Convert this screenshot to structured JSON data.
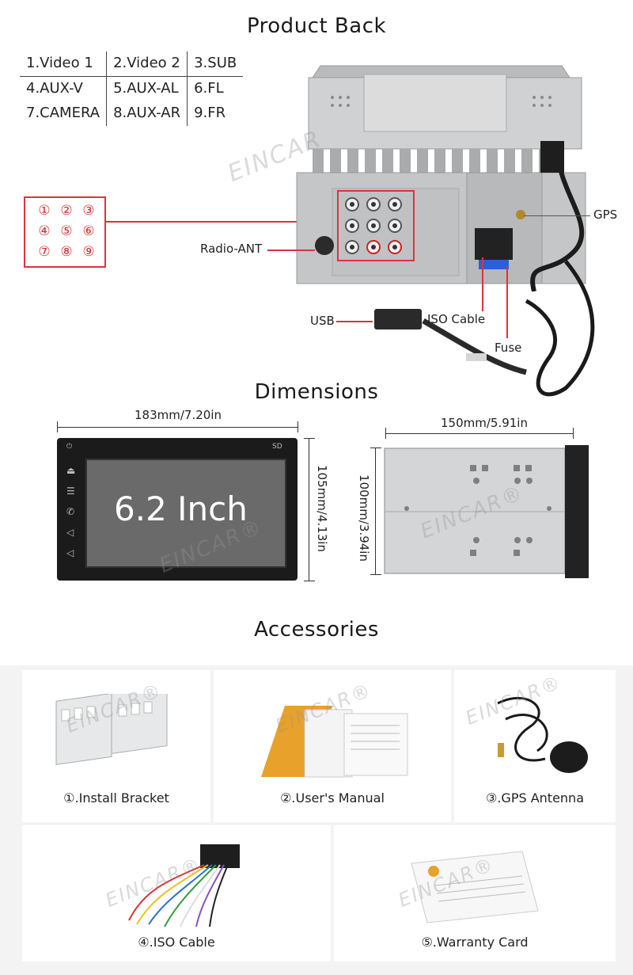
{
  "titles": {
    "product_back": "Product Back",
    "dimensions": "Dimensions",
    "accessories": "Accessories"
  },
  "ports": [
    [
      "1.Video 1",
      "2.Video 2",
      "3.SUB"
    ],
    [
      "4.AUX-V",
      "5.AUX-AL",
      "6.FL"
    ],
    [
      "7.CAMERA",
      "8.AUX-AR",
      "9.FR"
    ]
  ],
  "port_numbers": [
    "①",
    "②",
    "③",
    "④",
    "⑤",
    "⑥",
    "⑦",
    "⑧",
    "⑨"
  ],
  "callouts": {
    "gps": "GPS",
    "radio_ant": "Radio-ANT",
    "usb": "USB",
    "iso_cable": "ISO Cable",
    "fuse": "Fuse"
  },
  "watermark": "EINCAR",
  "watermark_reg": "EINCAR®",
  "dimensions": {
    "front_width": "183mm/7.20in",
    "front_height": "105mm/4.13in",
    "screen_size": "6.2 Inch",
    "side_width": "150mm/5.91in",
    "side_height": "100mm/3.94in"
  },
  "accessories": [
    {
      "label": "①.Install Bracket"
    },
    {
      "label": "②.User's Manual"
    },
    {
      "label": "③.GPS Antenna"
    },
    {
      "label": "④.ISO Cable"
    },
    {
      "label": "⑤.Warranty Card"
    }
  ],
  "colors": {
    "callout_red": "#e0323c",
    "chassis": "#c9cbcd",
    "screen": "#6a6a6a"
  }
}
